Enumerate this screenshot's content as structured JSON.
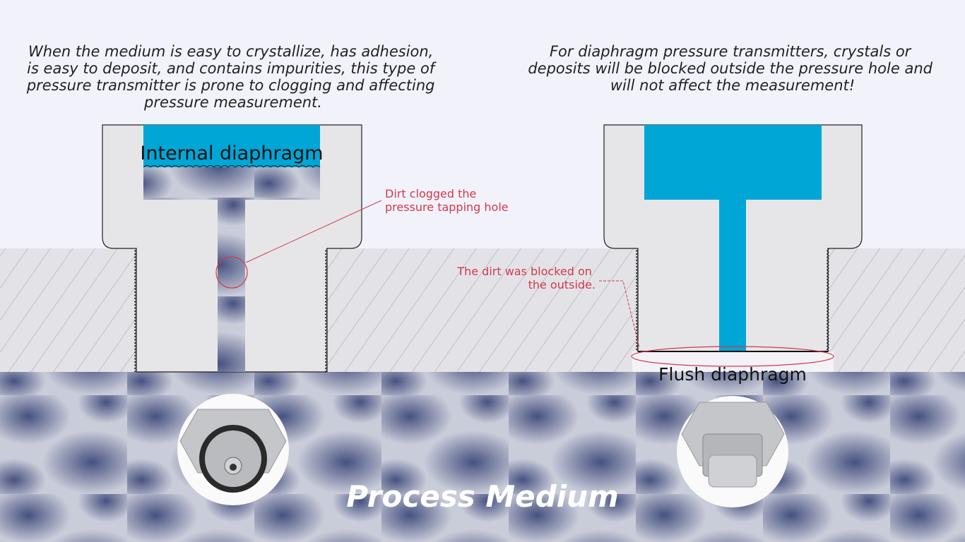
{
  "left_caption": [
    "When the medium is easy to crystallize, has adhesion,",
    "is easy to deposit, and contains impurities, this type of",
    "pressure transmitter is prone to clogging and affecting",
    "pressure measurement."
  ],
  "right_caption": [
    "For diaphragm pressure transmitters, crystals or",
    "deposits will be blocked outside the pressure hole and",
    "will not affect the measurement!"
  ],
  "left_label": "Internal diaphragm",
  "right_label": "Flush diaphragm",
  "annotation_left": [
    "Dirt clogged the",
    "pressure tapping hole"
  ],
  "annotation_right": [
    "The dirt was blocked on",
    "the outside."
  ],
  "medium_label": "Process Medium",
  "colors": {
    "diaphragm_blue": "#00a6d6",
    "annotation_red": "#d23a4a",
    "background": "#f2f2fb"
  }
}
